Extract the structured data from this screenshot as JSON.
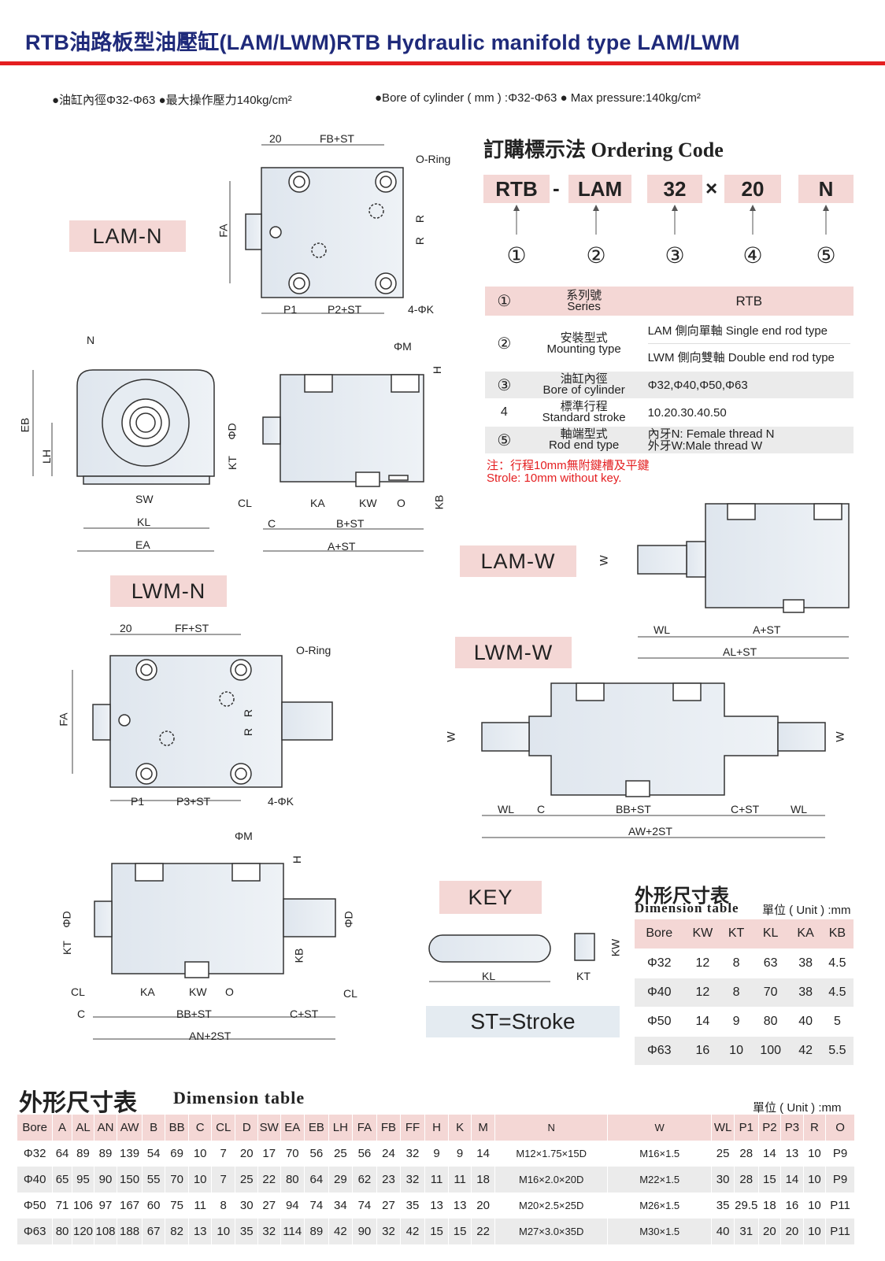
{
  "header": {
    "title": "RTB油路板型油壓缸(LAM/LWM)RTB Hydraulic manifold type LAM/LWM",
    "spec_cn": "●油缸內徑Φ32-Φ63 ●最大操作壓力140kg/cm²",
    "spec_en": "●Bore of cylinder ( mm ) :Φ32-Φ63 ● Max pressure:140kg/cm²"
  },
  "labels": {
    "lam_n": "LAM-N",
    "lwm_n": "LWM-N",
    "lam_w": "LAM-W",
    "lwm_w": "LWM-W",
    "key": "KEY",
    "st": "ST=Stroke"
  },
  "drawing_text": {
    "d20": "20",
    "fb_st": "FB+ST",
    "ff_st": "FF+ST",
    "oring": "O-Ring",
    "fa": "FA",
    "r": "R",
    "p1": "P1",
    "p2_st": "P2+ST",
    "p3_st": "P3+ST",
    "k4": "4-ΦK",
    "n": "N",
    "eb": "EB",
    "lh": "LH",
    "sw": "SW",
    "kl": "KL",
    "ea": "EA",
    "phim": "ΦM",
    "h": "H",
    "phid": "ΦD",
    "kt": "KT",
    "cl": "CL",
    "ka": "KA",
    "kw": "KW",
    "o": "O",
    "kb": "KB",
    "c": "C",
    "b_st": "B+ST",
    "a_st": "A+ST",
    "bb_st": "BB+ST",
    "c_st": "C+ST",
    "an_2st": "AN+2ST",
    "w": "W",
    "wl": "WL",
    "al_st": "AL+ST",
    "aw_2st": "AW+2ST"
  },
  "ordering": {
    "title": "訂購標示法 Ordering Code",
    "codes": [
      "RTB",
      "LAM",
      "32",
      "20",
      "N"
    ],
    "seps": [
      "-",
      "×"
    ],
    "markers": [
      "①",
      "②",
      "③",
      "④",
      "⑤"
    ],
    "rows": [
      {
        "num": "①",
        "cn": "系列號",
        "en": "Series",
        "val": "RTB"
      },
      {
        "num": "②",
        "cn": "安裝型式",
        "en": "Mounting type",
        "val": "LAM 側向單軸 Single end rod type",
        "val2": "LWM 側向雙軸 Double end rod type"
      },
      {
        "num": "③",
        "cn": "油缸內徑",
        "en": "Bore of cylinder",
        "val": "Φ32,Φ40,Φ50,Φ63"
      },
      {
        "num": "4",
        "cn": "標準行程",
        "en": "Standard stroke",
        "val": "10.20.30.40.50"
      },
      {
        "num": "⑤",
        "cn": "軸端型式",
        "en": "Rod end type",
        "val": "內牙N: Female thread N",
        "val2": "外牙W:Male thread W"
      }
    ],
    "note_cn": "注：行程10mm無附鍵槽及平鍵",
    "note_en": "Strole: 10mm without key."
  },
  "small_table": {
    "title_cn": "外形尺寸表",
    "title_en": "Dimension table",
    "unit": "單位 ( Unit ) :mm",
    "headers": [
      "Bore",
      "KW",
      "KT",
      "KL",
      "KA",
      "KB"
    ],
    "rows": [
      [
        "Φ32",
        "12",
        "8",
        "63",
        "38",
        "4.5"
      ],
      [
        "Φ40",
        "12",
        "8",
        "70",
        "38",
        "4.5"
      ],
      [
        "Φ50",
        "14",
        "9",
        "80",
        "40",
        "5"
      ],
      [
        "Φ63",
        "16",
        "10",
        "100",
        "42",
        "5.5"
      ]
    ]
  },
  "big_table": {
    "title_cn": "外形尺寸表",
    "title_en": "Dimension table",
    "unit": "單位 ( Unit ) :mm",
    "headers": [
      "Bore",
      "A",
      "AL",
      "AN",
      "AW",
      "B",
      "BB",
      "C",
      "CL",
      "D",
      "SW",
      "EA",
      "EB",
      "LH",
      "FA",
      "FB",
      "FF",
      "H",
      "K",
      "M",
      "N",
      "W",
      "WL",
      "P1",
      "P2",
      "P3",
      "R",
      "O"
    ],
    "rows": [
      [
        "Φ32",
        "64",
        "89",
        "89",
        "139",
        "54",
        "69",
        "10",
        "7",
        "20",
        "17",
        "70",
        "56",
        "25",
        "56",
        "24",
        "32",
        "9",
        "9",
        "14",
        "M12×1.75×15D",
        "M16×1.5",
        "25",
        "28",
        "14",
        "13",
        "10",
        "P9"
      ],
      [
        "Φ40",
        "65",
        "95",
        "90",
        "150",
        "55",
        "70",
        "10",
        "7",
        "25",
        "22",
        "80",
        "64",
        "29",
        "62",
        "23",
        "32",
        "11",
        "11",
        "18",
        "M16×2.0×20D",
        "M22×1.5",
        "30",
        "28",
        "15",
        "14",
        "10",
        "P9"
      ],
      [
        "Φ50",
        "71",
        "106",
        "97",
        "167",
        "60",
        "75",
        "11",
        "8",
        "30",
        "27",
        "94",
        "74",
        "34",
        "74",
        "27",
        "35",
        "13",
        "13",
        "20",
        "M20×2.5×25D",
        "M26×1.5",
        "35",
        "29.5",
        "18",
        "16",
        "10",
        "P11"
      ],
      [
        "Φ63",
        "80",
        "120",
        "108",
        "188",
        "67",
        "82",
        "13",
        "10",
        "35",
        "32",
        "114",
        "89",
        "42",
        "90",
        "32",
        "42",
        "15",
        "15",
        "22",
        "M27×3.0×35D",
        "M30×1.5",
        "40",
        "31",
        "20",
        "20",
        "10",
        "P11"
      ]
    ]
  }
}
